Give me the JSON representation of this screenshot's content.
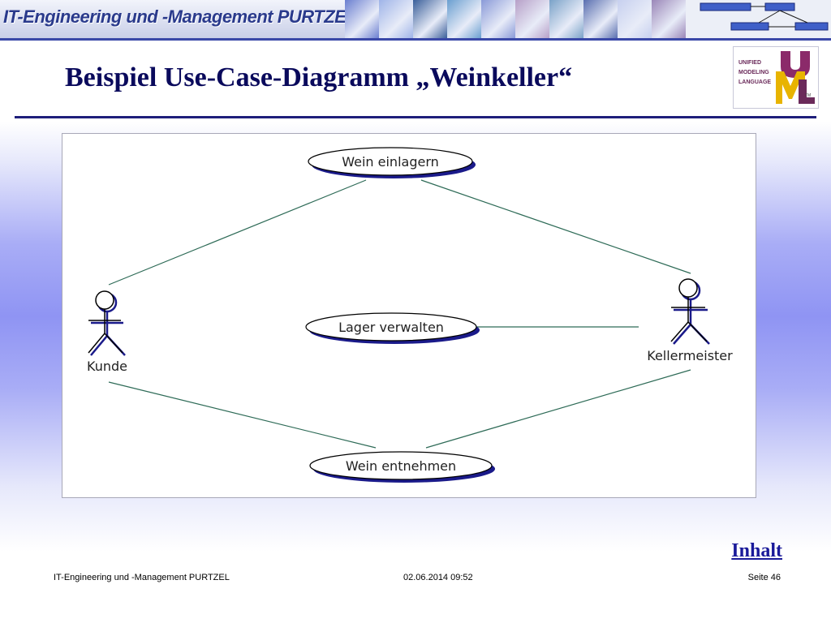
{
  "header": {
    "banner_title": "IT-Engineering und -Management PURTZEL",
    "photo_colors": [
      "#6b7fd0",
      "#9fb4e8",
      "#3a5f9a",
      "#6a9fd0",
      "#8a9ad8",
      "#b7a0c8",
      "#7aa2c8",
      "#5a6fb0",
      "#c7d0ef",
      "#9a86b8"
    ]
  },
  "slide": {
    "title": "Beispiel Use-Case-Diagramm „Weinkeller“"
  },
  "logo": {
    "line1": "UNIFIED",
    "line2": "MODELING",
    "line3": "LANGUAGE",
    "tm": "TM",
    "colors": {
      "u": "#8b2a6a",
      "m": "#e8b400",
      "l": "#6b2a5a"
    }
  },
  "diagram": {
    "use_cases": [
      {
        "id": "wein_einlagern",
        "label": "Wein einlagern"
      },
      {
        "id": "lager_verwalten",
        "label": "Lager verwalten"
      },
      {
        "id": "wein_entnehmen",
        "label": "Wein entnehmen"
      }
    ],
    "actors": [
      {
        "id": "kunde",
        "label": "Kunde"
      },
      {
        "id": "kellermeister",
        "label": "Kellermeister"
      }
    ],
    "associations": [
      [
        "kunde",
        "wein_einlagern"
      ],
      [
        "kellermeister",
        "wein_einlagern"
      ],
      [
        "kellermeister",
        "lager_verwalten"
      ],
      [
        "kunde",
        "wein_entnehmen"
      ],
      [
        "kellermeister",
        "wein_entnehmen"
      ]
    ],
    "colors": {
      "line": "#2e6b57",
      "shadow": "#1a1a8a",
      "outline": "#000000"
    }
  },
  "nav": {
    "inhalt": "Inhalt"
  },
  "footer": {
    "left": "IT-Engineering und -Management PURTZEL",
    "date": "02.06.2014 09:52",
    "page": "Seite 46"
  }
}
